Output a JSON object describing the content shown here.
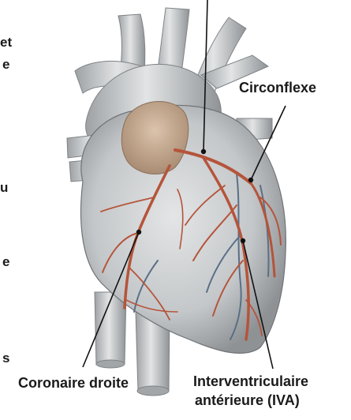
{
  "labels": {
    "circonflexe": "Circonflexe",
    "coronaire_droite": "Coronaire droite",
    "interventriculaire_line1": "Interventriculaire",
    "interventriculaire_line2": "antérieure (IVA)"
  },
  "cropped_fragments": {
    "f1": "et",
    "f2": "e",
    "f3": "u",
    "f4": "e",
    "f5": "s"
  },
  "colors": {
    "heart": "#c9cbcd",
    "heart_shadow": "#8d9194",
    "artery": "#b5543a",
    "vein": "#5a6f86",
    "aorta_root": "#c8a98c",
    "text": "#1a1a1a"
  }
}
